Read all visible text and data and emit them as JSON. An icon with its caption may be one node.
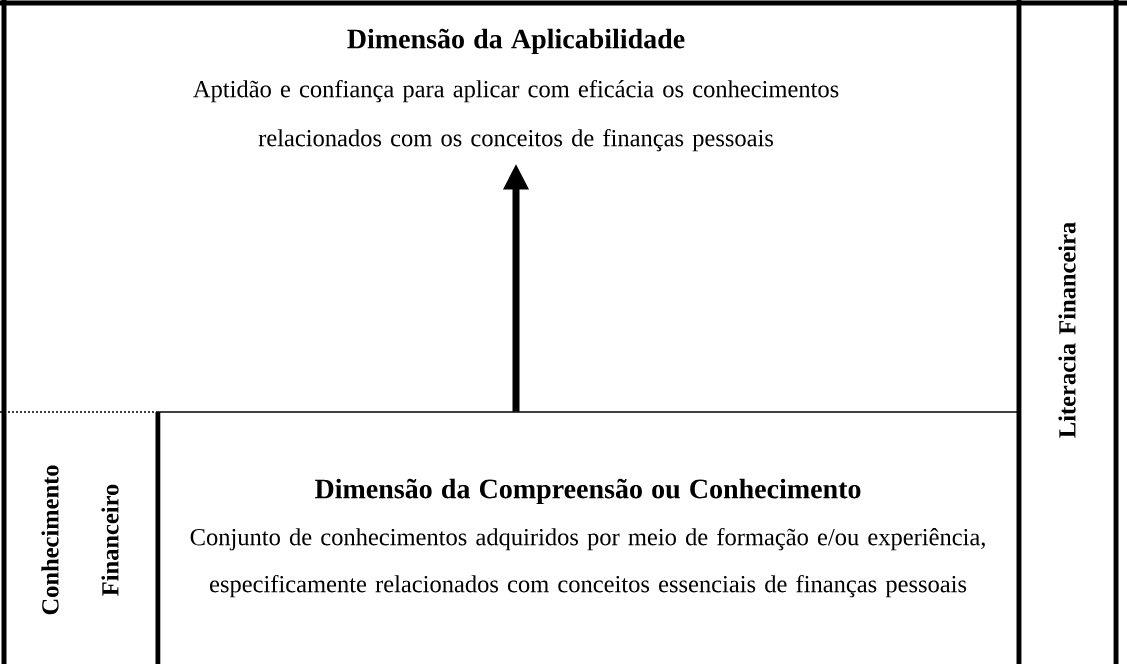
{
  "diagram": {
    "nodes": [
      {
        "text": [
          "Dimensão da Aplicabilidade",
          "Aptidão e confiança para aplicar com eficácia os conhecimentos relacionados com os conceitos de finanças pessoais"
        ]
      },
      {
        "text": [
          "Dimensão da Compreensão ou Conhecimento",
          "Conjunto de conhecimentos adquiridos por meio de formação e/ou experiência, especificamente relacionados com conceitos essenciais de finanças pessoais"
        ]
      },
      {
        "text": [
          "Conhecimento Financeiro"
        ]
      },
      {
        "text": [
          "Literacia Financeira"
        ]
      }
    ],
    "edges": [
      {
        "from": 1,
        "to": 0,
        "arrow": "to"
      }
    ]
  }
}
